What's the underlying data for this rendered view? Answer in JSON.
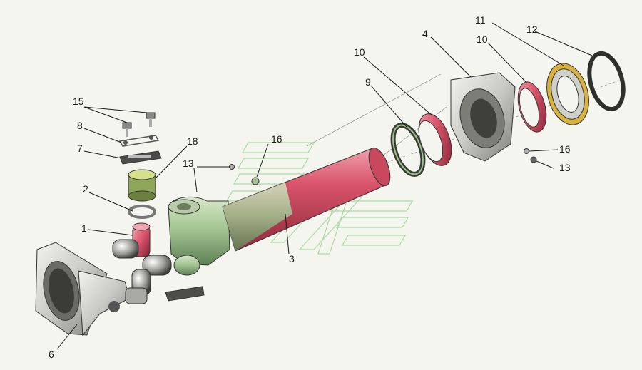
{
  "diagram": {
    "type": "exploded-assembly",
    "colors": {
      "background": "#f5f5ef",
      "red": "#d9536b",
      "green": "#9fc28f",
      "grey": "#c8c8c4",
      "gold": "#d9b13f",
      "watermark": "#9ed39a"
    },
    "callouts": [
      {
        "id": "c1",
        "label": "1"
      },
      {
        "id": "c2",
        "label": "2"
      },
      {
        "id": "c3",
        "label": "3"
      },
      {
        "id": "c4",
        "label": "4"
      },
      {
        "id": "c6",
        "label": "6"
      },
      {
        "id": "c7",
        "label": "7"
      },
      {
        "id": "c8",
        "label": "8"
      },
      {
        "id": "c9",
        "label": "9"
      },
      {
        "id": "c10a",
        "label": "10"
      },
      {
        "id": "c10b",
        "label": "10"
      },
      {
        "id": "c11",
        "label": "11"
      },
      {
        "id": "c12",
        "label": "12"
      },
      {
        "id": "c13a",
        "label": "13"
      },
      {
        "id": "c13b",
        "label": "13"
      },
      {
        "id": "c15",
        "label": "15"
      },
      {
        "id": "c16a",
        "label": "16"
      },
      {
        "id": "c16b",
        "label": "16"
      },
      {
        "id": "c18",
        "label": "18"
      }
    ]
  }
}
